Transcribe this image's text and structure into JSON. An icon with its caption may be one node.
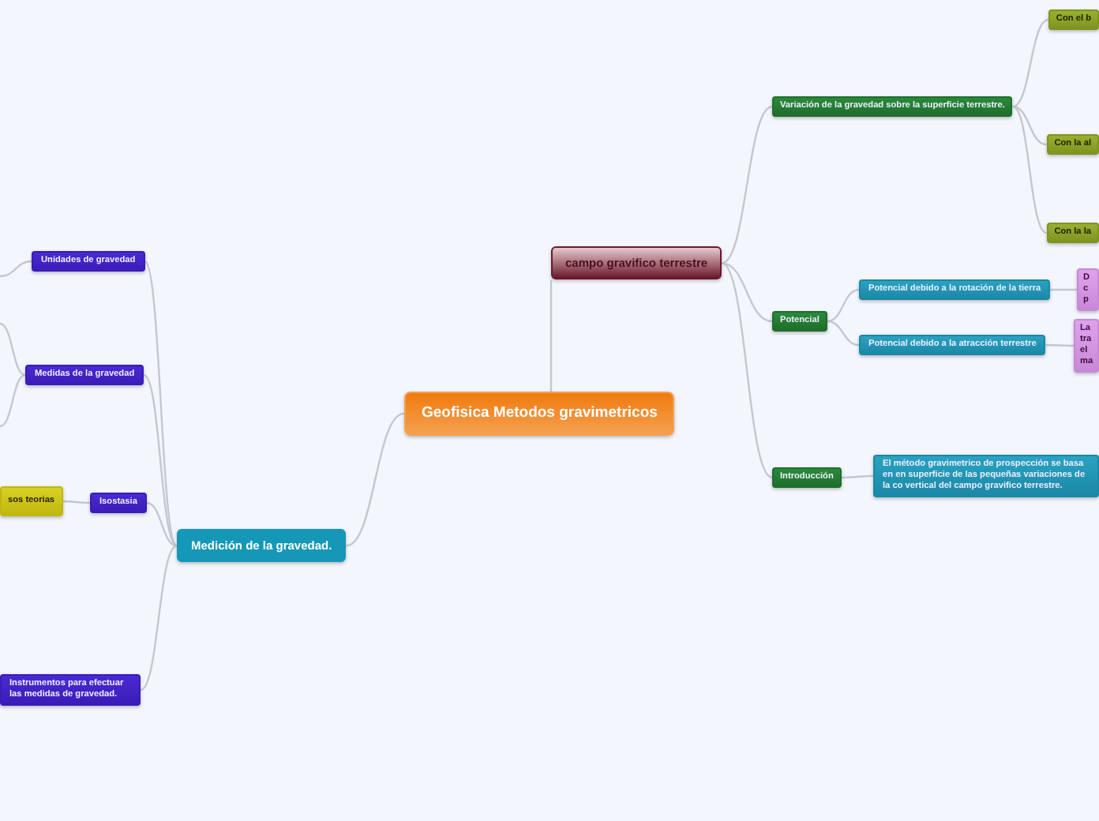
{
  "diagram": {
    "nodes": [
      {
        "text": [
          "Geofisica Metodos gravimetricos"
        ]
      },
      {
        "text": [
          "campo gravifico terrestre"
        ]
      },
      {
        "text": [
          "Variación de la gravedad sobre la superficie terrestre."
        ]
      },
      {
        "text": [
          "Con el b"
        ]
      },
      {
        "text": [
          "Con la al"
        ]
      },
      {
        "text": [
          "Con la la"
        ]
      },
      {
        "text": [
          "Potencial"
        ]
      },
      {
        "text": [
          "Potencial debido a la rotación de la tierra"
        ]
      },
      {
        "text": [
          "Potencial debido a la atracción terrestre"
        ]
      },
      {
        "text": [
          "D c p"
        ]
      },
      {
        "text": [
          "La tra el ma"
        ]
      },
      {
        "text": [
          "Introducción"
        ]
      },
      {
        "text": [
          "El método gravimetrico de prospección se basa en en superficie de las pequeñas variaciones de la co vertical del campo gravifico terrestre."
        ]
      },
      {
        "text": [
          "Medición de la gravedad."
        ]
      },
      {
        "text": [
          "Unidades de gravedad"
        ]
      },
      {
        "text": [
          "Medidas de la gravedad"
        ]
      },
      {
        "text": [
          "Isostasia"
        ]
      },
      {
        "text": [
          "sos teorias"
        ]
      },
      {
        "text": [
          "Instrumentos para efectuar las medidas de gravedad."
        ]
      }
    ],
    "edges": [
      {
        "from": 0,
        "to": 1,
        "arrow": "none"
      },
      {
        "from": 0,
        "to": 13,
        "arrow": "none"
      },
      {
        "from": 1,
        "to": 2,
        "arrow": "none"
      },
      {
        "from": 1,
        "to": 6,
        "arrow": "none"
      },
      {
        "from": 1,
        "to": 11,
        "arrow": "none"
      },
      {
        "from": 2,
        "to": 3,
        "arrow": "none"
      },
      {
        "from": 2,
        "to": 4,
        "arrow": "none"
      },
      {
        "from": 2,
        "to": 5,
        "arrow": "none"
      },
      {
        "from": 6,
        "to": 7,
        "arrow": "none"
      },
      {
        "from": 6,
        "to": 8,
        "arrow": "none"
      },
      {
        "from": 7,
        "to": 9,
        "arrow": "none"
      },
      {
        "from": 8,
        "to": 10,
        "arrow": "none"
      },
      {
        "from": 11,
        "to": 12,
        "arrow": "none"
      },
      {
        "from": 13,
        "to": 14,
        "arrow": "none"
      },
      {
        "from": 13,
        "to": 15,
        "arrow": "none"
      },
      {
        "from": 13,
        "to": 16,
        "arrow": "none"
      },
      {
        "from": 13,
        "to": 18,
        "arrow": "none"
      },
      {
        "from": 16,
        "to": 17,
        "arrow": "none"
      },
      {
        "from": 14,
        "to": null,
        "arrow": "none"
      },
      {
        "from": 15,
        "to": null,
        "arrow": "none"
      },
      {
        "from": 15,
        "to": null,
        "arrow": "none"
      }
    ]
  }
}
